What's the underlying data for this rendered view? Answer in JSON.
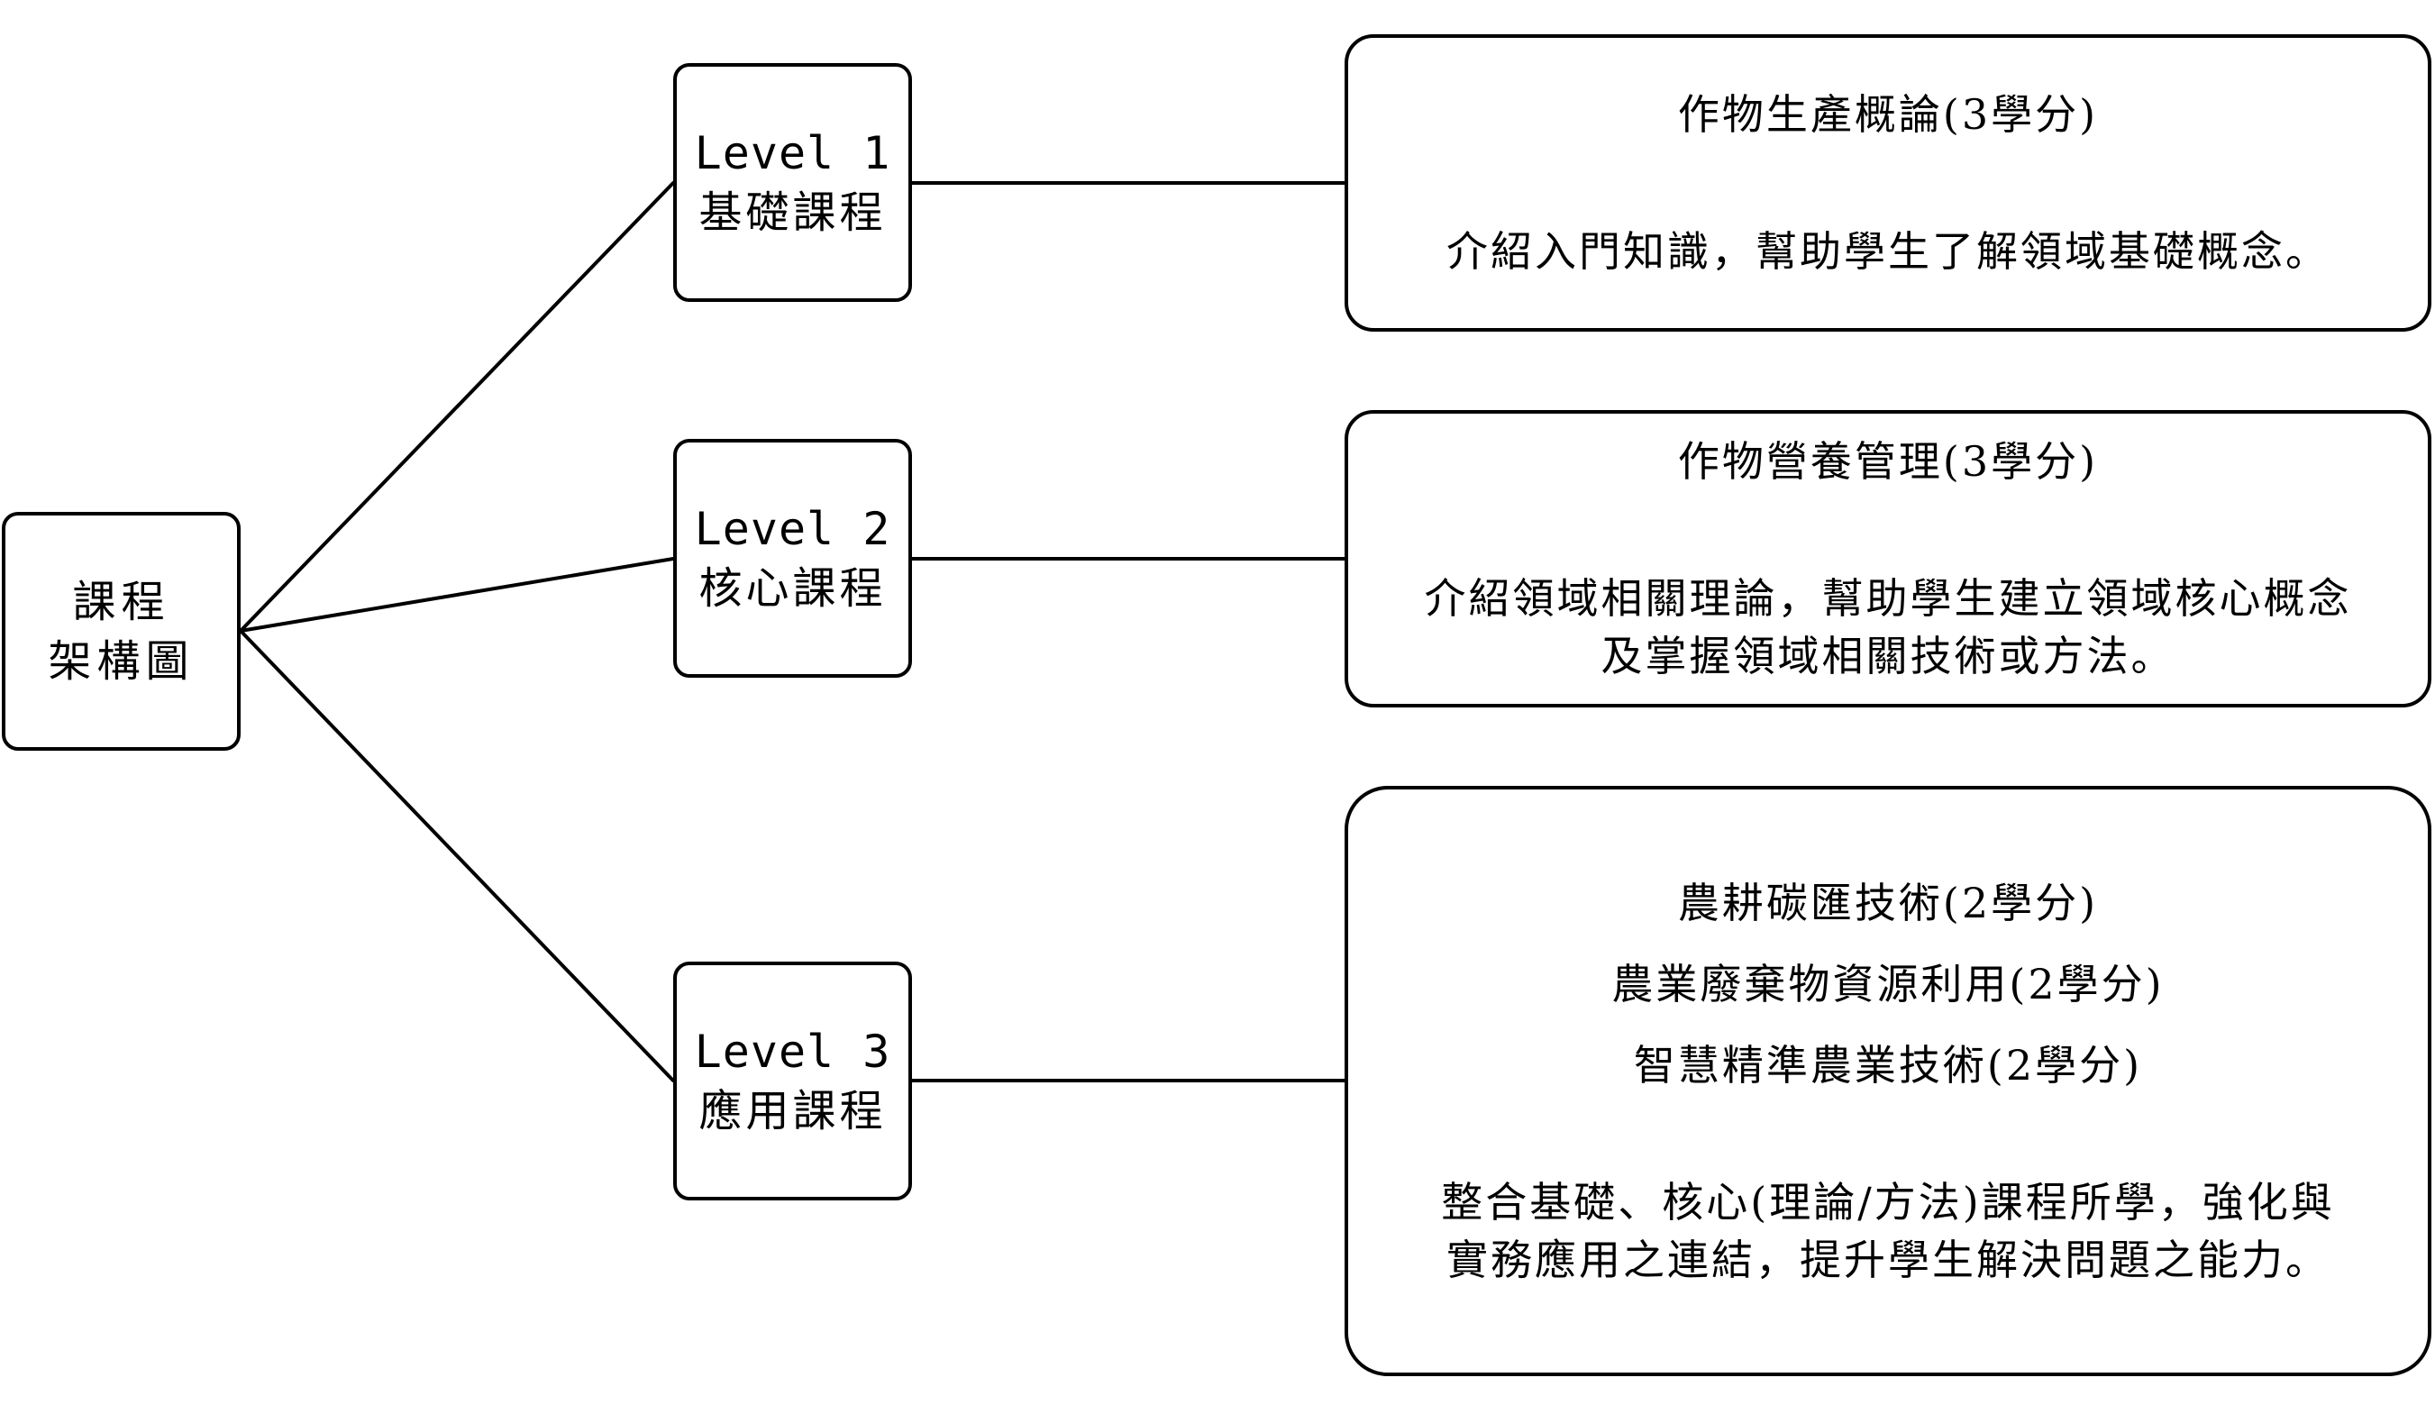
{
  "root": {
    "lines": [
      "課程",
      "架構圖"
    ]
  },
  "levels": [
    {
      "title": "Level 1",
      "name": "基礎課程"
    },
    {
      "title": "Level 2",
      "name": "核心課程"
    },
    {
      "title": "Level 3",
      "name": "應用課程"
    }
  ],
  "details": [
    {
      "courses": [
        "作物生產概論(3學分)"
      ],
      "description": [
        "介紹入門知識，幫助學生了解領域基礎概念。"
      ]
    },
    {
      "courses": [
        "作物營養管理(3學分)"
      ],
      "description": [
        "介紹領域相關理論，幫助學生建立領域核心概念",
        "及掌握領域相關技術或方法。"
      ]
    },
    {
      "courses": [
        "農耕碳匯技術(2學分)",
        "農業廢棄物資源利用(2學分)",
        "智慧精準農業技術(2學分)"
      ],
      "description": [
        "整合基礎、核心(理論/方法)課程所學，強化與",
        "實務應用之連結，提升學生解決問題之能力。"
      ]
    }
  ],
  "colors": {
    "stroke": "#000000",
    "background": "#ffffff"
  }
}
